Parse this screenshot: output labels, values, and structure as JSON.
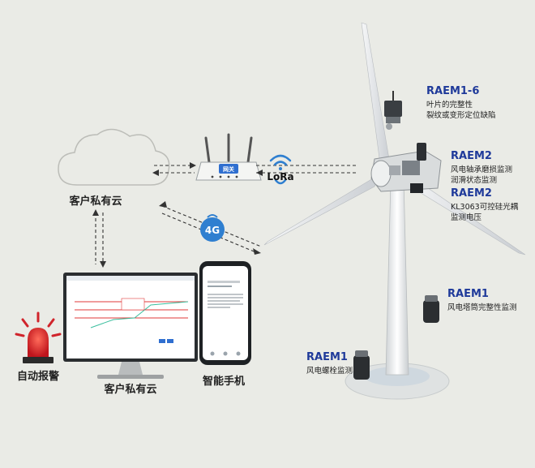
{
  "cloud": {
    "label": "客户私有云"
  },
  "gateway": {
    "label": "网关"
  },
  "links": {
    "lora": "LoRa",
    "cell": "4G"
  },
  "alarm": {
    "label": "自动报警"
  },
  "desktop": {
    "label": "客户私有云"
  },
  "phone": {
    "label": "智能手机"
  },
  "sensors": [
    {
      "model": "RAEM1-6",
      "lines": [
        "叶片的完整性",
        "裂纹或变形定位缺陷"
      ]
    },
    {
      "model": "RAEM2",
      "lines": [
        "风电轴承磨损监测",
        "润滑状态监测"
      ]
    },
    {
      "model": "RAEM2",
      "lines": [
        "KL3063可控硅光耦",
        "监测电压"
      ]
    },
    {
      "model": "RAEM1",
      "lines": [
        "风电塔筒完整性监测"
      ]
    },
    {
      "model": "RAEM1",
      "lines": [
        "风电螺栓监测"
      ]
    }
  ],
  "colors": {
    "accent": "#1f3a9a",
    "alarm": "#d0242b",
    "badge": "#2f7fd0"
  }
}
